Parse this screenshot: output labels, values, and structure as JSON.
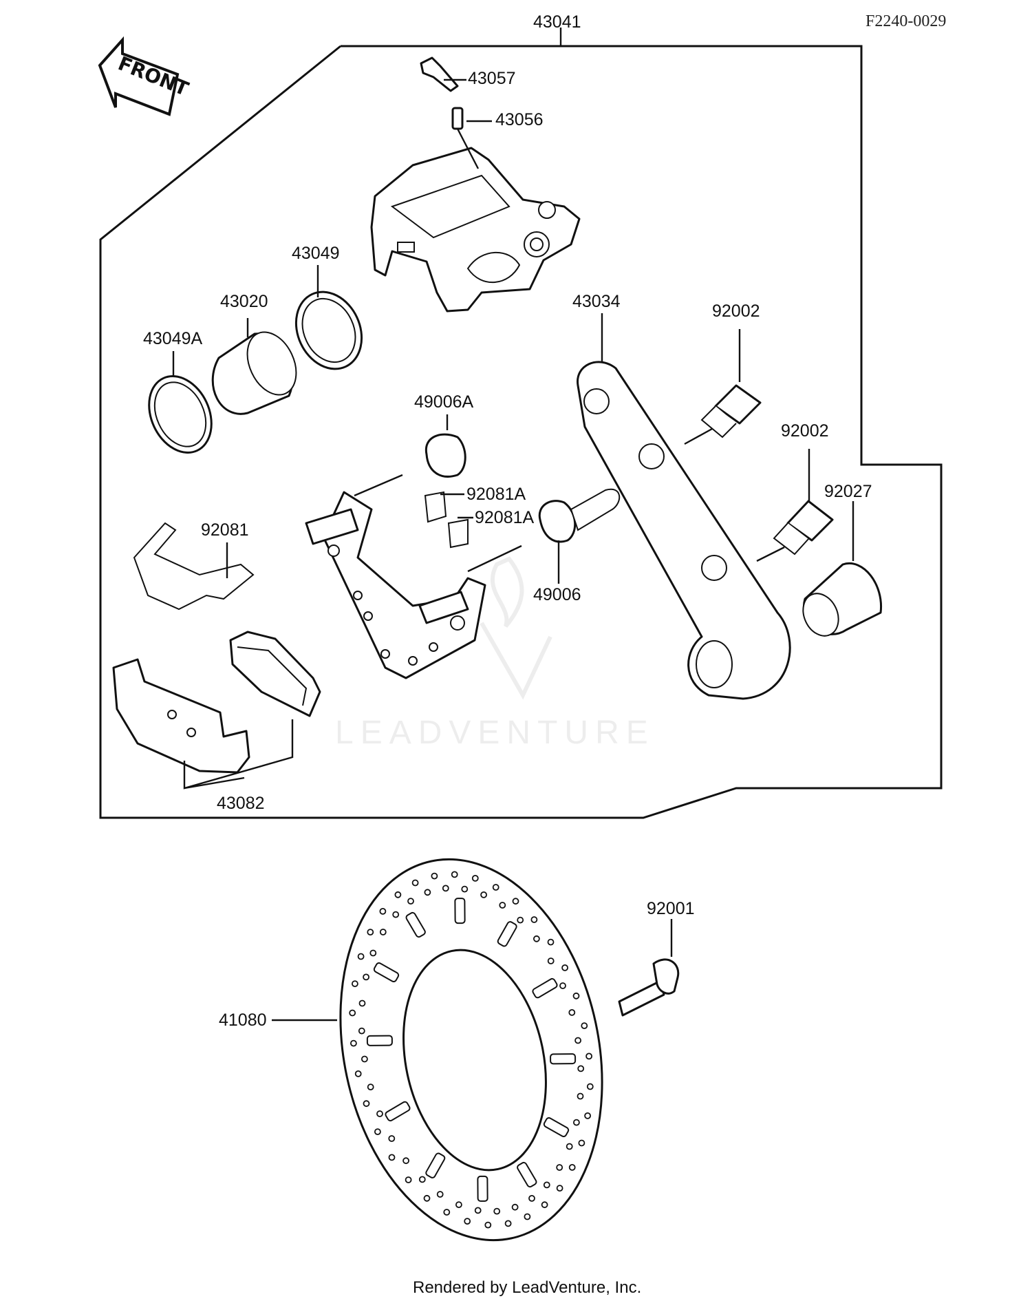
{
  "diagram_code": "F2240-0029",
  "front_arrow": "FRONT",
  "watermark": "LEADVENTURE",
  "footer": "Rendered by LeadVenture, Inc.",
  "labels": {
    "p43041": "43041",
    "p43057": "43057",
    "p43056": "43056",
    "p43049": "43049",
    "p43020": "43020",
    "p43049A": "43049A",
    "p43034": "43034",
    "p92002a": "92002",
    "p92002b": "92002",
    "p92027": "92027",
    "p49006A": "49006A",
    "p92081A_1": "92081A",
    "p92081A_2": "92081A",
    "p92081": "92081",
    "p49006": "49006",
    "p43082": "43082",
    "p41080": "41080",
    "p92001": "92001"
  }
}
